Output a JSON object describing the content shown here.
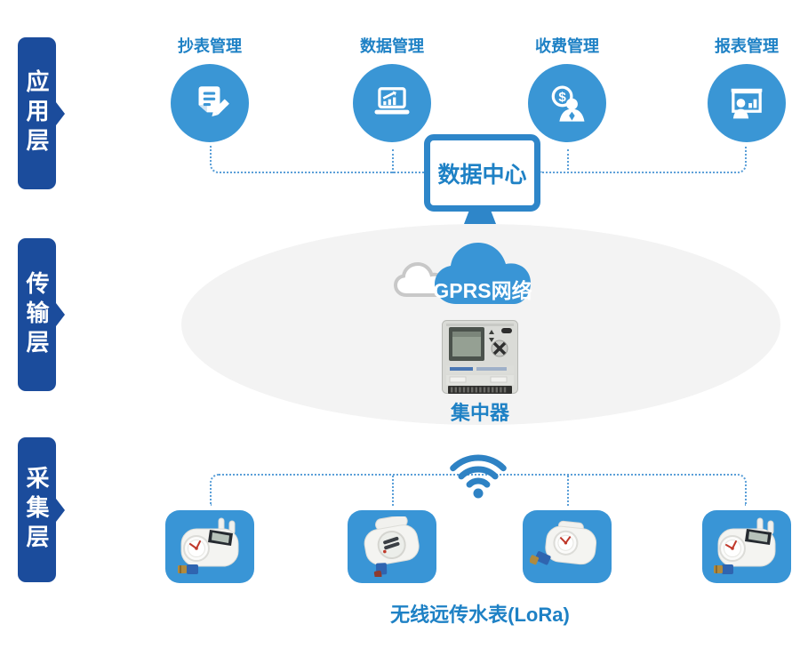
{
  "layers": [
    {
      "label": "应用层"
    },
    {
      "label": "传输层"
    },
    {
      "label": "采集层"
    }
  ],
  "application": {
    "modules": [
      {
        "label": "抄表管理",
        "icon": "document-pen-icon"
      },
      {
        "label": "数据管理",
        "icon": "laptop-chart-icon"
      },
      {
        "label": "收费管理",
        "icon": "person-dollar-icon"
      },
      {
        "label": "报表管理",
        "icon": "presentation-chart-icon"
      }
    ],
    "data_center_label": "数据中心"
  },
  "transmission": {
    "network_label": "GPRS网络",
    "concentrator_label": "集中器"
  },
  "collection": {
    "caption": "无线远传水表(LoRa)",
    "meter_count": 4
  },
  "colors": {
    "layer_tab_blue": "#1b4c9c",
    "accent_text_blue": "#1e81c5",
    "icon_circle_blue": "#3a96d5",
    "connector_dotted_blue": "#5b9fd8",
    "zone_ellipse_gray": "#f3f3f3",
    "cloud_blue": "#3995d6",
    "meter_box_blue": "#3995d6",
    "monitor_frame_blue": "#2e86c9",
    "wifi_blue": "#2e82c4"
  }
}
